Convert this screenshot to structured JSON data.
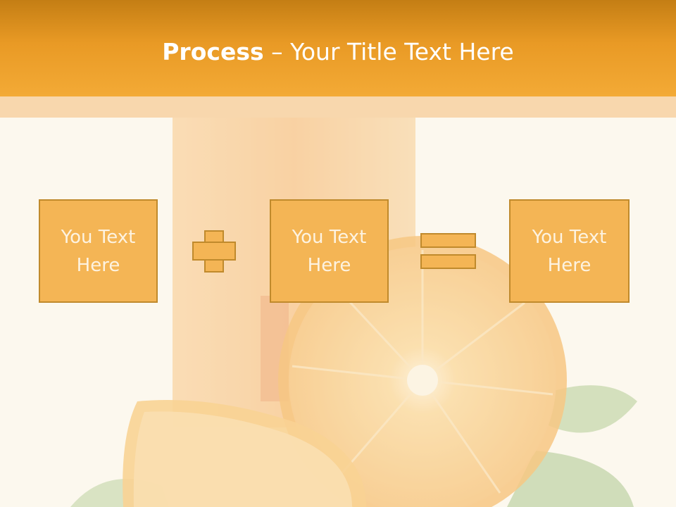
{
  "slide": {
    "title_bold": "Process",
    "title_rest": " – Your Title Text Here",
    "boxes": [
      {
        "text": "You Text\nHere"
      },
      {
        "text": "You Text\nHere"
      },
      {
        "text": "You Text\nHere"
      }
    ],
    "operators": [
      "plus",
      "equals"
    ],
    "colors": {
      "header": "#e99a25",
      "box_fill": "#f4b555",
      "box_border": "#c08a2c",
      "background": "#fdf8ee"
    }
  }
}
